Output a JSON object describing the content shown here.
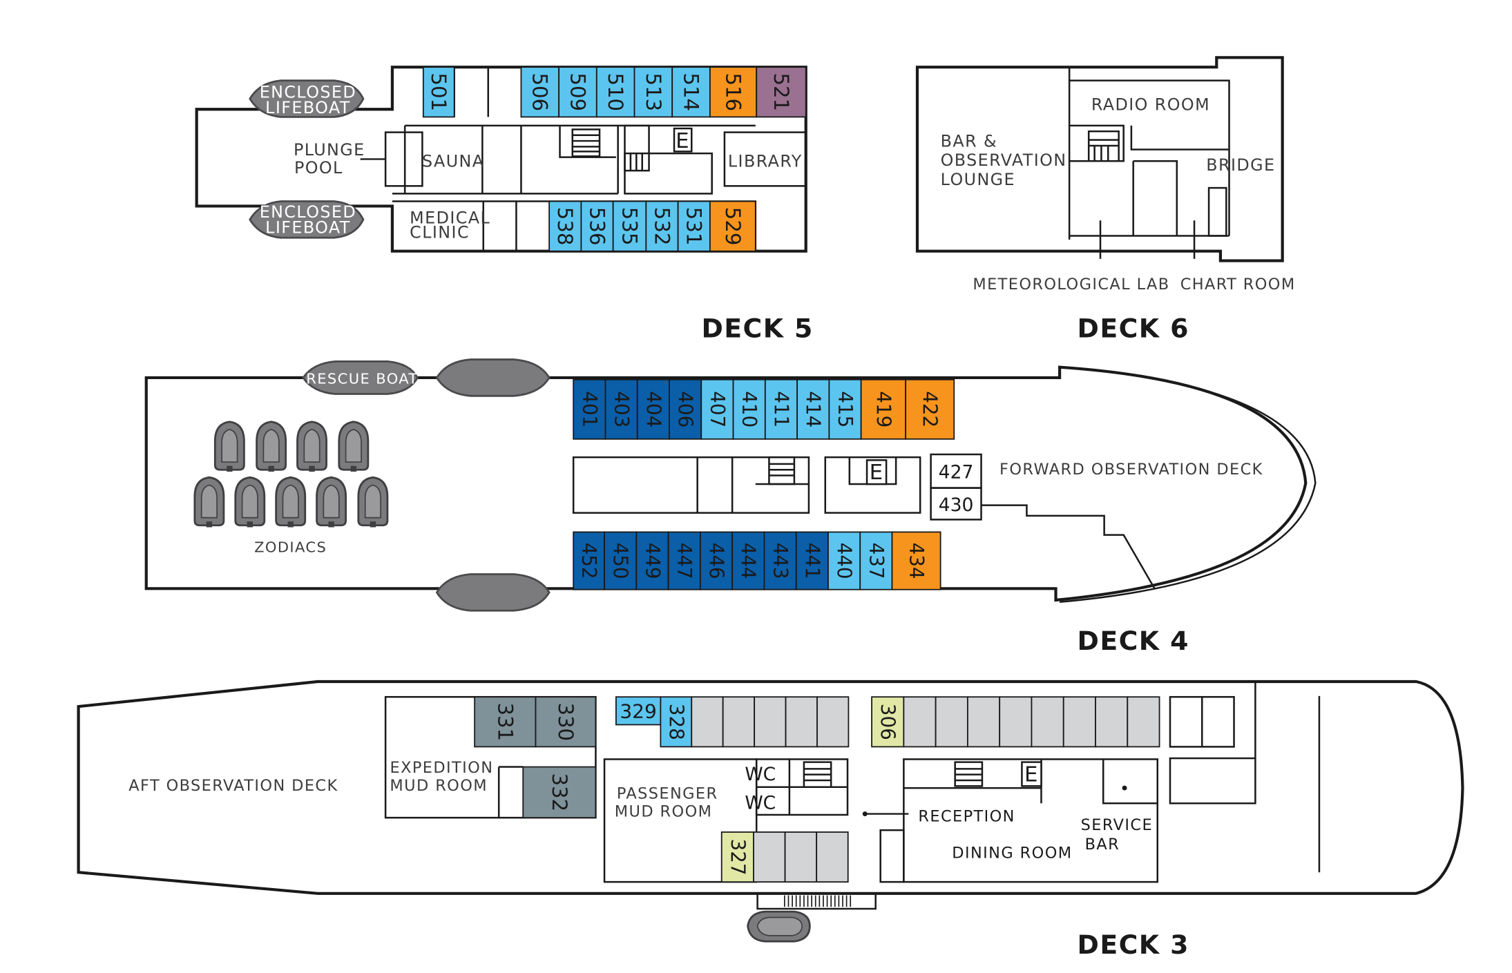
{
  "colors": {
    "cabin_dark_blue": "#0b5ea8",
    "cabin_light_blue": "#5cc5ef",
    "cabin_orange": "#f7941d",
    "cabin_purple": "#9a7190",
    "cabin_slate": "#7f9199",
    "cabin_grey": "#d3d4d6",
    "cabin_yellow_green": "#e1e8a6",
    "lifeboat_grey": "#7b7b7d"
  },
  "deck5": {
    "title": "DECK 5",
    "lifeboat_top": [
      "ENCLOSED",
      "LIFEBOAT"
    ],
    "lifeboat_bottom": [
      "ENCLOSED",
      "LIFEBOAT"
    ],
    "plunge_pool": [
      "PLUNGE",
      "POOL"
    ],
    "sauna": "SAUNA",
    "medical_clinic": [
      "MEDICAL",
      "CLINIC"
    ],
    "library": "LIBRARY",
    "elevator": "E",
    "cabins_top": [
      "501",
      "506",
      "509",
      "510",
      "513",
      "514",
      "516",
      "521"
    ],
    "cabins_bottom": [
      "538",
      "536",
      "535",
      "532",
      "531",
      "529"
    ]
  },
  "deck6": {
    "title": "DECK 6",
    "bar": [
      "BAR &",
      "OBSERVATION",
      "LOUNGE"
    ],
    "radio_room": "RADIO ROOM",
    "bridge": "BRIDGE",
    "meteorological_lab": "METEOROLOGICAL LAB",
    "chart_room": "CHART ROOM"
  },
  "deck4": {
    "title": "DECK 4",
    "rescue_boat": "RESCUE BOAT",
    "zodiacs": "ZODIACS",
    "forward_observation_deck": "FORWARD OBSERVATION DECK",
    "elevator": "E",
    "cabins_top": [
      "401",
      "403",
      "404",
      "406",
      "407",
      "410",
      "411",
      "414",
      "415",
      "419",
      "422"
    ],
    "cabins_mid": [
      "427",
      "430"
    ],
    "cabins_bottom": [
      "452",
      "450",
      "449",
      "447",
      "446",
      "444",
      "443",
      "441",
      "440",
      "437",
      "434"
    ]
  },
  "deck3": {
    "title": "DECK 3",
    "aft_observation_deck": "AFT OBSERVATION DECK",
    "expedition_mud_room": [
      "EXPEDITION",
      "MUD ROOM"
    ],
    "passenger_mud_room": [
      "PASSENGER",
      "MUD ROOM"
    ],
    "wc_1": "WC",
    "wc_2": "WC",
    "elevator": "E",
    "reception": "RECEPTION",
    "dining_room": "DINING ROOM",
    "service_bar": [
      "SERVICE",
      "BAR"
    ],
    "cabins": [
      "331",
      "330",
      "332",
      "329",
      "328",
      "306",
      "327"
    ]
  }
}
